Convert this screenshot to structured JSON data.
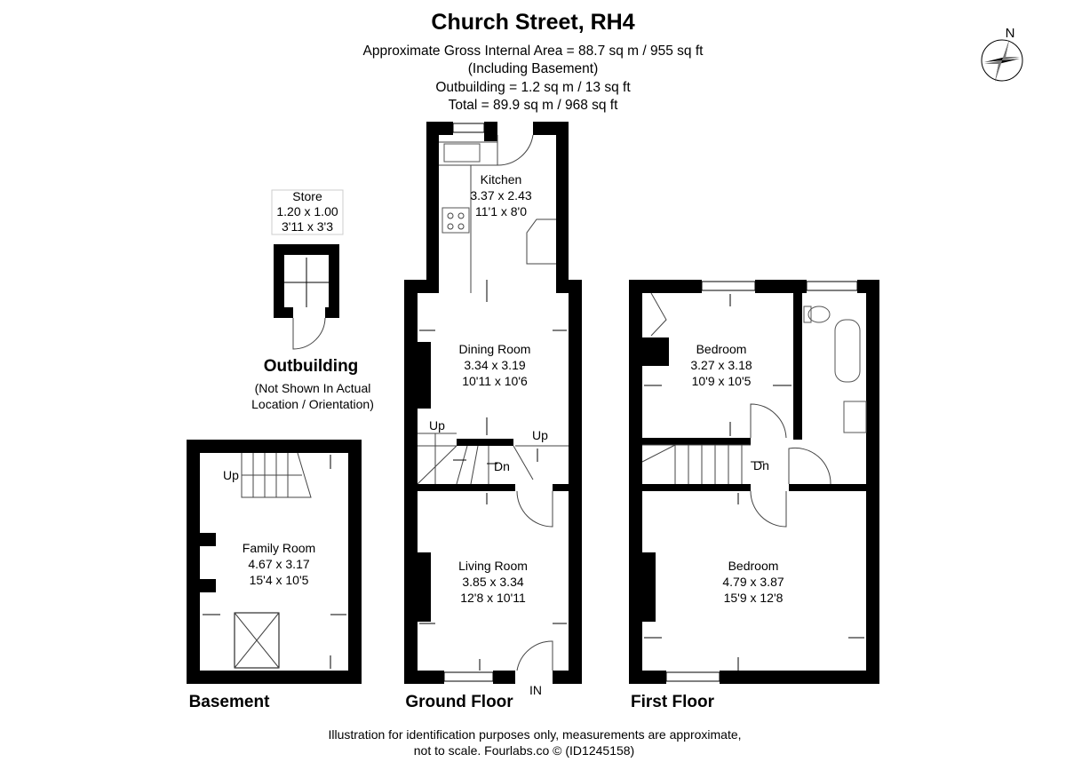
{
  "header": {
    "title": "Church Street, RH4",
    "lines": [
      "Approximate Gross Internal Area = 88.7 sq m / 955 sq ft",
      "(Including Basement)",
      "Outbuilding  = 1.2 sq m / 13 sq ft",
      "Total = 89.9 sq m / 968 sq ft"
    ]
  },
  "compass": {
    "label": "N",
    "icon": "compass-rose-icon"
  },
  "outbuilding": {
    "title": "Outbuilding",
    "note": [
      "(Not Shown In Actual",
      "Location / Orientation)"
    ],
    "room": {
      "name": "Store",
      "metric": "1.20 x 1.00",
      "imperial": "3'11 x 3'3"
    }
  },
  "basement": {
    "label": "Basement",
    "room": {
      "name": "Family Room",
      "metric": "4.67 x 3.17",
      "imperial": "15'4 x 10'5"
    },
    "stairs": "Up"
  },
  "ground_floor": {
    "label": "Ground Floor",
    "rooms": [
      {
        "name": "Kitchen",
        "metric": "3.37 x 2.43",
        "imperial": "11'1 x 8'0"
      },
      {
        "name": "Dining Room",
        "metric": "3.34 x 3.19",
        "imperial": "10'11 x 10'6"
      },
      {
        "name": "Living Room",
        "metric": "3.85 x 3.34",
        "imperial": "12'8 x 10'11"
      }
    ],
    "stairs_up_1": "Up",
    "stairs_up_2": "Up",
    "stairs_down": "Dn",
    "entrance": "IN"
  },
  "first_floor": {
    "label": "First Floor",
    "rooms": [
      {
        "name": "Bedroom",
        "metric": "3.27 x 3.18",
        "imperial": "10'9 x 10'5"
      },
      {
        "name": "Bedroom",
        "metric": "4.79 x 3.87",
        "imperial": "15'9 x 12'8"
      }
    ],
    "stairs_down": "Dn"
  },
  "footer": {
    "lines": [
      "Illustration for identification purposes only, measurements are approximate,",
      "not to scale. Fourlabs.co © (ID1245158)"
    ]
  }
}
